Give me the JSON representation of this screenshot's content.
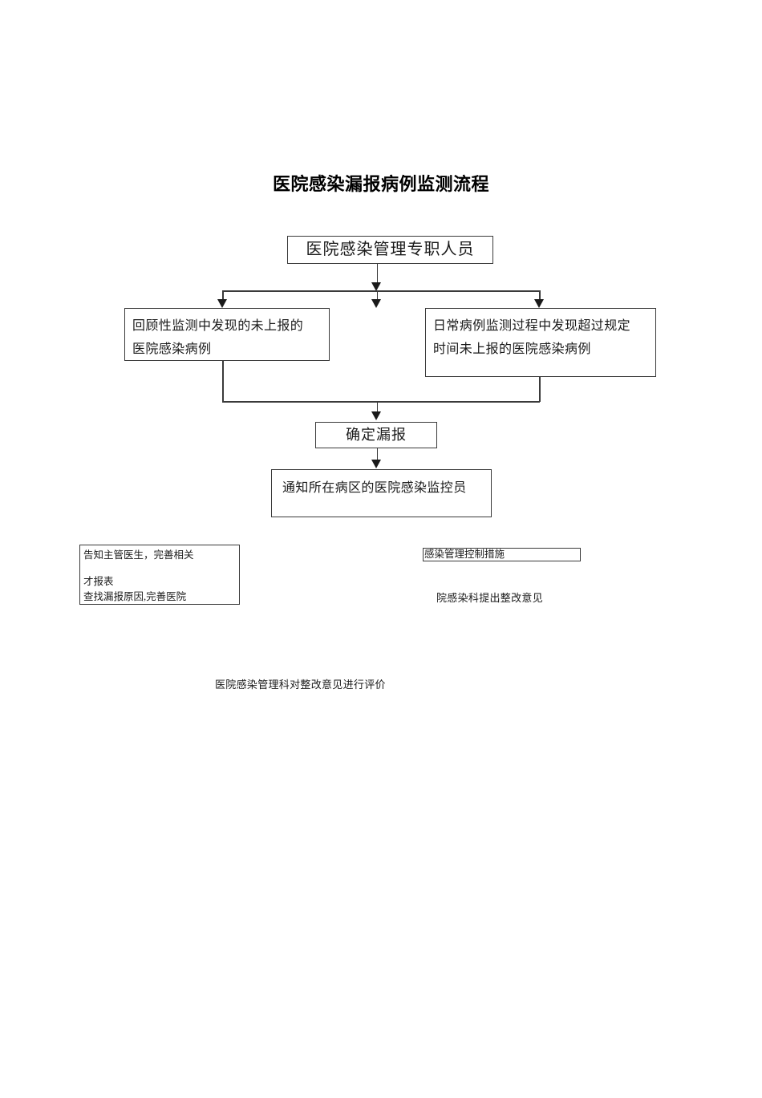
{
  "document": {
    "title": "医院感染漏报病例监测流程"
  },
  "flow": {
    "staff": {
      "label": "医院感染管理专职人员"
    },
    "retrospective": {
      "line1": "回顾性监测中发现的未上报的",
      "line2": "医院感染病例"
    },
    "daily": {
      "line1": "日常病例监测过程中发现超过规定",
      "line2": "时间未上报的医院感染病例"
    },
    "confirm": {
      "label": "确定漏报"
    },
    "notify": {
      "label": "通知所在病区的医院感染监控员"
    }
  },
  "annotations": {
    "left_measures": {
      "line1": "告知主管医生，完善相关",
      "line2": "才报表",
      "line3": "查找漏报原因,完善医院"
    },
    "right_measures": {
      "label": "感染管理控制措施"
    },
    "rectify": {
      "label": "院感染科提出整改意见"
    },
    "evaluate": {
      "label": "医院感染管理科对整改意见进行评价"
    }
  },
  "colors": {
    "page_background": "#ffffff",
    "box_border": "#3a3a3a",
    "text": "#1a1a1a",
    "title": "#000000"
  }
}
